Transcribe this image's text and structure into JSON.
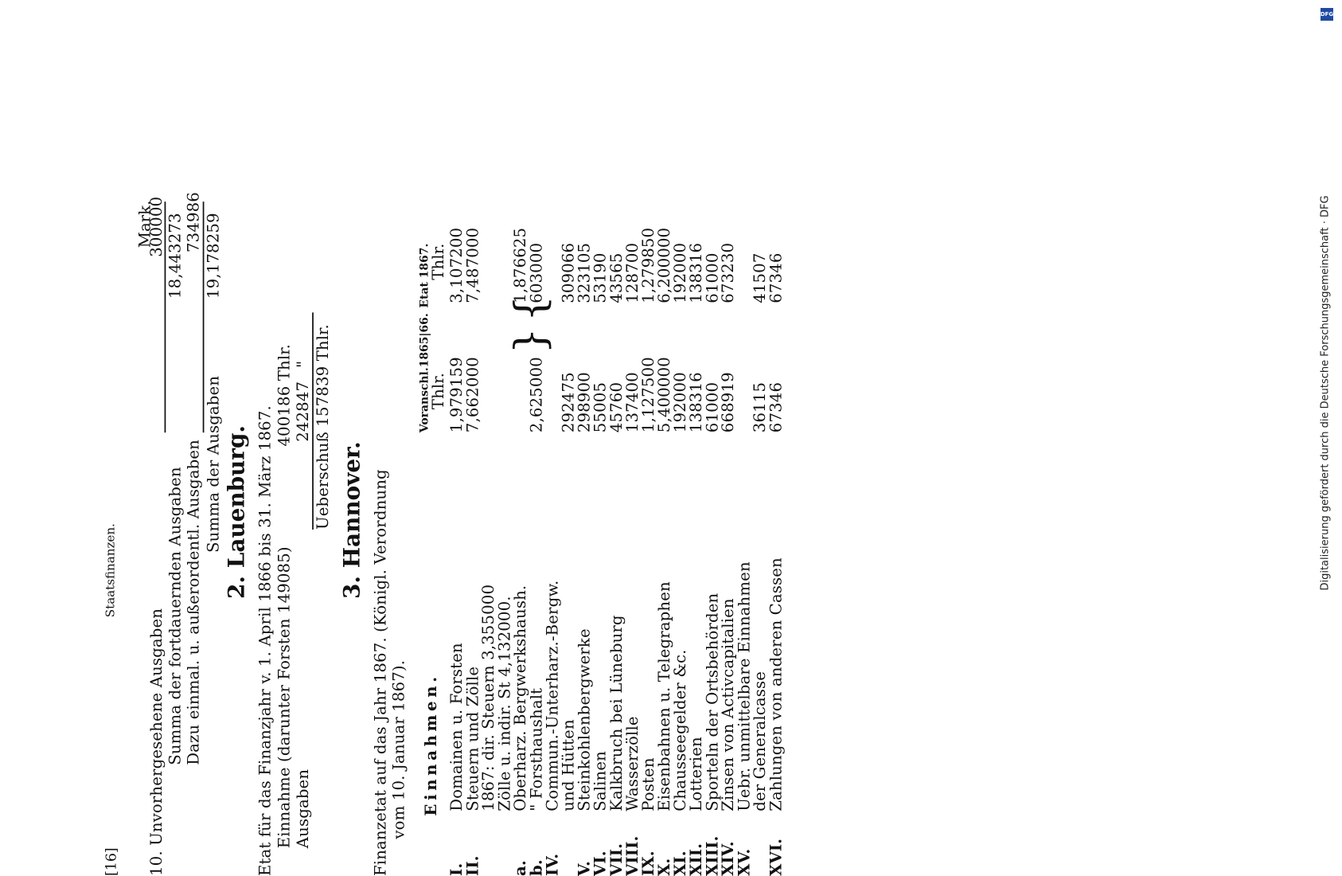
{
  "header": {
    "page_number": "[16]",
    "running_title": "Staatsfinanzen."
  },
  "section10": {
    "line1": "10. Unvorhergesehene Ausgaben",
    "line2_label": "Summa der fortdauernden Ausgaben",
    "line2_value": "18,443273",
    "line3_label": "Dazu einmal. u. außerordentl. Ausgaben",
    "line3_value": "734986",
    "line4_label": "Summa der Ausgaben",
    "line4_value": "19,178259",
    "unit": "Mark.",
    "first_value": "300000"
  },
  "lauenburg": {
    "title": "2. Lauenburg.",
    "line1": "Etat für das Finanzjahr v. 1. April 1866 bis 31. März 1867.",
    "line2_label": "Einnahme (darunter Forsten 149085)",
    "line2_value": "400186 Thlr.",
    "line3_label": "Ausgaben",
    "line3_value": "242847",
    "ditto": "\"",
    "line4": "Ueberschuß 157839 Thlr."
  },
  "hannover": {
    "title": "3. Hannover.",
    "intro1": "Finanzetat auf das Jahr 1867. (Königl. Verordnung",
    "intro2": "vom 10. Januar 1867).",
    "einnahmen": "Einnahmen.",
    "col1_head": "Voranschl.1865|66.",
    "col1_unit": "Thlr.",
    "col2_head": "Etat 1867.",
    "col2_unit": "Thlr.",
    "rows": [
      {
        "num": "I.",
        "label": "Domainen u. Forsten",
        "v1": "1,979159",
        "v2": "3,107200"
      },
      {
        "num": "II.",
        "label": "Steuern und Zölle",
        "v1": "7,662000",
        "v2": "7,487000"
      },
      {
        "num": "",
        "label": "1867: dir. Steuern 3,355000",
        "v1": "",
        "v2": ""
      },
      {
        "num": "",
        "label": "Zölle u. indir. St 4,132000.",
        "v1": "",
        "v2": ""
      },
      {
        "num": "a.",
        "label": "Oberharz. Bergwerkshaush.",
        "v1": "",
        "v2": "1,876625"
      },
      {
        "num": "b.",
        "label": "\"    Forsthaushalt",
        "v1": "2,625000",
        "v2": "603000"
      },
      {
        "num": "IV.",
        "label": "Commun.-Unterharz.-Bergw.",
        "v1": "",
        "v2": ""
      },
      {
        "num": "",
        "label": "und Hütten",
        "v1": "292475",
        "v2": "309066"
      },
      {
        "num": "V.",
        "label": "Steinkohlenbergwerke",
        "v1": "298900",
        "v2": "323105"
      },
      {
        "num": "VI.",
        "label": "Salinen",
        "v1": "55005",
        "v2": "53190"
      },
      {
        "num": "VII.",
        "label": "Kalkbruch bei Lüneburg",
        "v1": "45760",
        "v2": "43565"
      },
      {
        "num": "VIII.",
        "label": "Wasserzölle",
        "v1": "137400",
        "v2": "128700"
      },
      {
        "num": "IX.",
        "label": "Posten",
        "v1": "1,127500",
        "v2": "1,279850"
      },
      {
        "num": "X.",
        "label": "Eisenbahnen u. Telegraphen",
        "v1": "5,400000",
        "v2": "6,200000"
      },
      {
        "num": "XI.",
        "label": "Chausseegelder &c.",
        "v1": "192000",
        "v2": "192000"
      },
      {
        "num": "XII.",
        "label": "Lotterien",
        "v1": "138316",
        "v2": "138316"
      },
      {
        "num": "XIII.",
        "label": "Sporteln der Ortsbehörden",
        "v1": "61000",
        "v2": "61000"
      },
      {
        "num": "XIV.",
        "label": "Zinsen von Activcapitalien",
        "v1": "668919",
        "v2": "673230"
      },
      {
        "num": "XV.",
        "label": "Uebr. unmittelbare Einnahmen",
        "v1": "",
        "v2": ""
      },
      {
        "num": "",
        "label": "der Generalcasse",
        "v1": "36115",
        "v2": "41507"
      },
      {
        "num": "XVI.",
        "label": "Zahlungen von anderen Cassen",
        "v1": "67346",
        "v2": "67346"
      }
    ]
  },
  "footer_credit": "Digitalisierung gefördert durch die Deutsche Forschungsgemeinschaft · DFG",
  "logo_text": "DFG"
}
